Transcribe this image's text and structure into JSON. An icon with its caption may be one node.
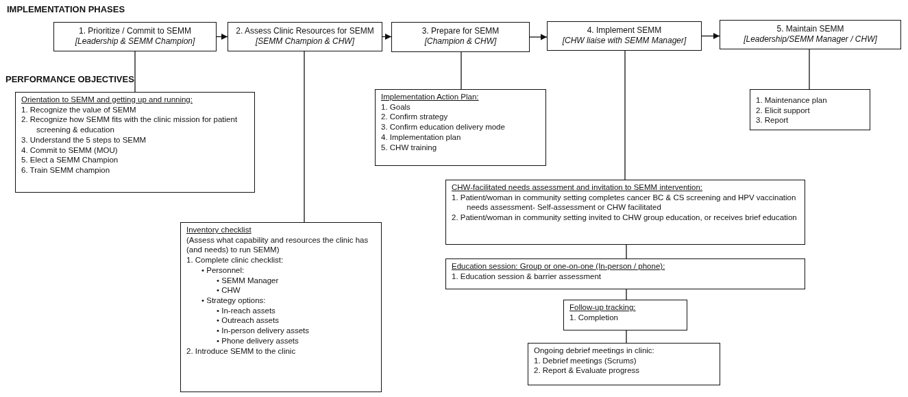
{
  "diagram": {
    "nodes": [
      {
        "text": [
          "1. Prioritize / Commit to SEMM",
          "[Leadership & SEMM Champion]"
        ]
      },
      {
        "text": [
          "2. Assess Clinic Resources for SEMM",
          "[SEMM Champion & CHW]"
        ]
      },
      {
        "text": [
          "3. Prepare for SEMM",
          "[Champion & CHW]"
        ]
      },
      {
        "text": [
          "4. Implement SEMM",
          "[CHW liaise with SEMM Manager]"
        ]
      },
      {
        "text": [
          "5. Maintain SEMM",
          "[Leadership/SEMM Manager / CHW]"
        ]
      },
      {
        "text": [
          "Orientation to SEMM and getting up and running:",
          "1. Recognize the value of SEMM",
          "2. Recognize how SEMM fits with the clinic mission for patient screening & education",
          "3. Understand the 5 steps to SEMM",
          "4. Commit to SEMM (MOU)",
          "5. Elect a SEMM Champion",
          "6. Train SEMM champion"
        ]
      },
      {
        "text": [
          "Implementation Action Plan:",
          "1. Goals",
          "2. Confirm strategy",
          "3. Confirm education delivery mode",
          "4. Implementation plan",
          "5. CHW training"
        ]
      },
      {
        "text": [
          "1. Maintenance plan",
          "2. Elicit support",
          "3. Report"
        ]
      },
      {
        "text": [
          "Inventory checklist",
          "(Assess what capability and resources the clinic has (and needs) to run SEMM)",
          "1. Complete clinic checklist:",
          "• Personnel:",
          "• SEMM Manager",
          "• CHW",
          "• Strategy options:",
          "• In-reach assets",
          "• Outreach assets",
          "• In-person delivery assets",
          "• Phone delivery assets",
          "2. Introduce SEMM to the clinic"
        ]
      },
      {
        "text": [
          "CHW-facilitated needs assessment and invitation to SEMM intervention:",
          "1. Patient/woman in community setting completes cancer BC & CS screening and HPV vaccination needs assessment- Self-assessment or CHW facilitated",
          "2. Patient/woman in community setting invited to CHW group education, or receives brief education"
        ]
      },
      {
        "text": [
          "Education session: Group or one-on-one (In-person / phone):",
          "1. Education session & barrier assessment"
        ]
      },
      {
        "text": [
          "Follow-up tracking:",
          "1. Completion"
        ]
      },
      {
        "text": [
          "Ongoing debrief meetings in clinic:",
          "1. Debrief meetings (Scrums)",
          "2. Report & Evaluate progress"
        ]
      }
    ],
    "edges": [
      {
        "from": 0,
        "to": 1,
        "arrow": "to"
      },
      {
        "from": 1,
        "to": 2,
        "arrow": "to"
      },
      {
        "from": 2,
        "to": 3,
        "arrow": "to"
      },
      {
        "from": 3,
        "to": 4,
        "arrow": "to"
      },
      {
        "from": 0,
        "to": 5,
        "arrow": "none"
      },
      {
        "from": 1,
        "to": 8,
        "arrow": "none"
      },
      {
        "from": 2,
        "to": 6,
        "arrow": "none"
      },
      {
        "from": 4,
        "to": 7,
        "arrow": "none"
      },
      {
        "from": 3,
        "to": 9,
        "arrow": "none"
      },
      {
        "from": 9,
        "to": 10,
        "arrow": "none"
      },
      {
        "from": 10,
        "to": 11,
        "arrow": "none"
      },
      {
        "from": 11,
        "to": 12,
        "arrow": "none"
      }
    ],
    "labels": [
      "IMPLEMENTATION PHASES",
      "PERFORMANCE OBJECTIVES"
    ]
  }
}
